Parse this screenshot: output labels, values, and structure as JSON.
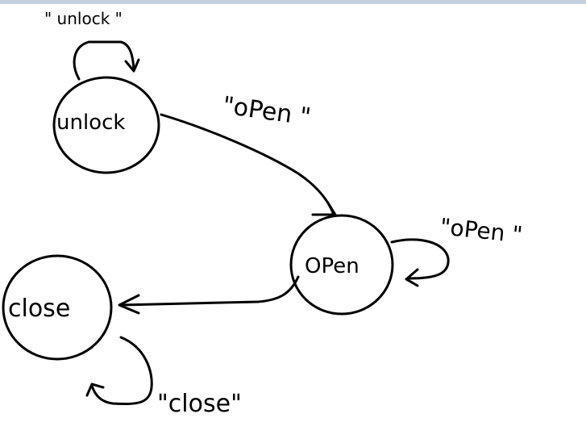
{
  "states": [
    {
      "id": "unlock",
      "label": "unlock"
    },
    {
      "id": "open",
      "label": "OPen"
    },
    {
      "id": "close",
      "label": "close"
    }
  ],
  "transitions": [
    {
      "from": "unlock",
      "to": "unlock",
      "label": "\" unlock \""
    },
    {
      "from": "unlock",
      "to": "open",
      "label": "\"oPen \""
    },
    {
      "from": "open",
      "to": "open",
      "label": "\"oPen \""
    },
    {
      "from": "open",
      "to": "close",
      "label": ""
    },
    {
      "from": "close",
      "to": "close",
      "label": "\"close\""
    }
  ]
}
